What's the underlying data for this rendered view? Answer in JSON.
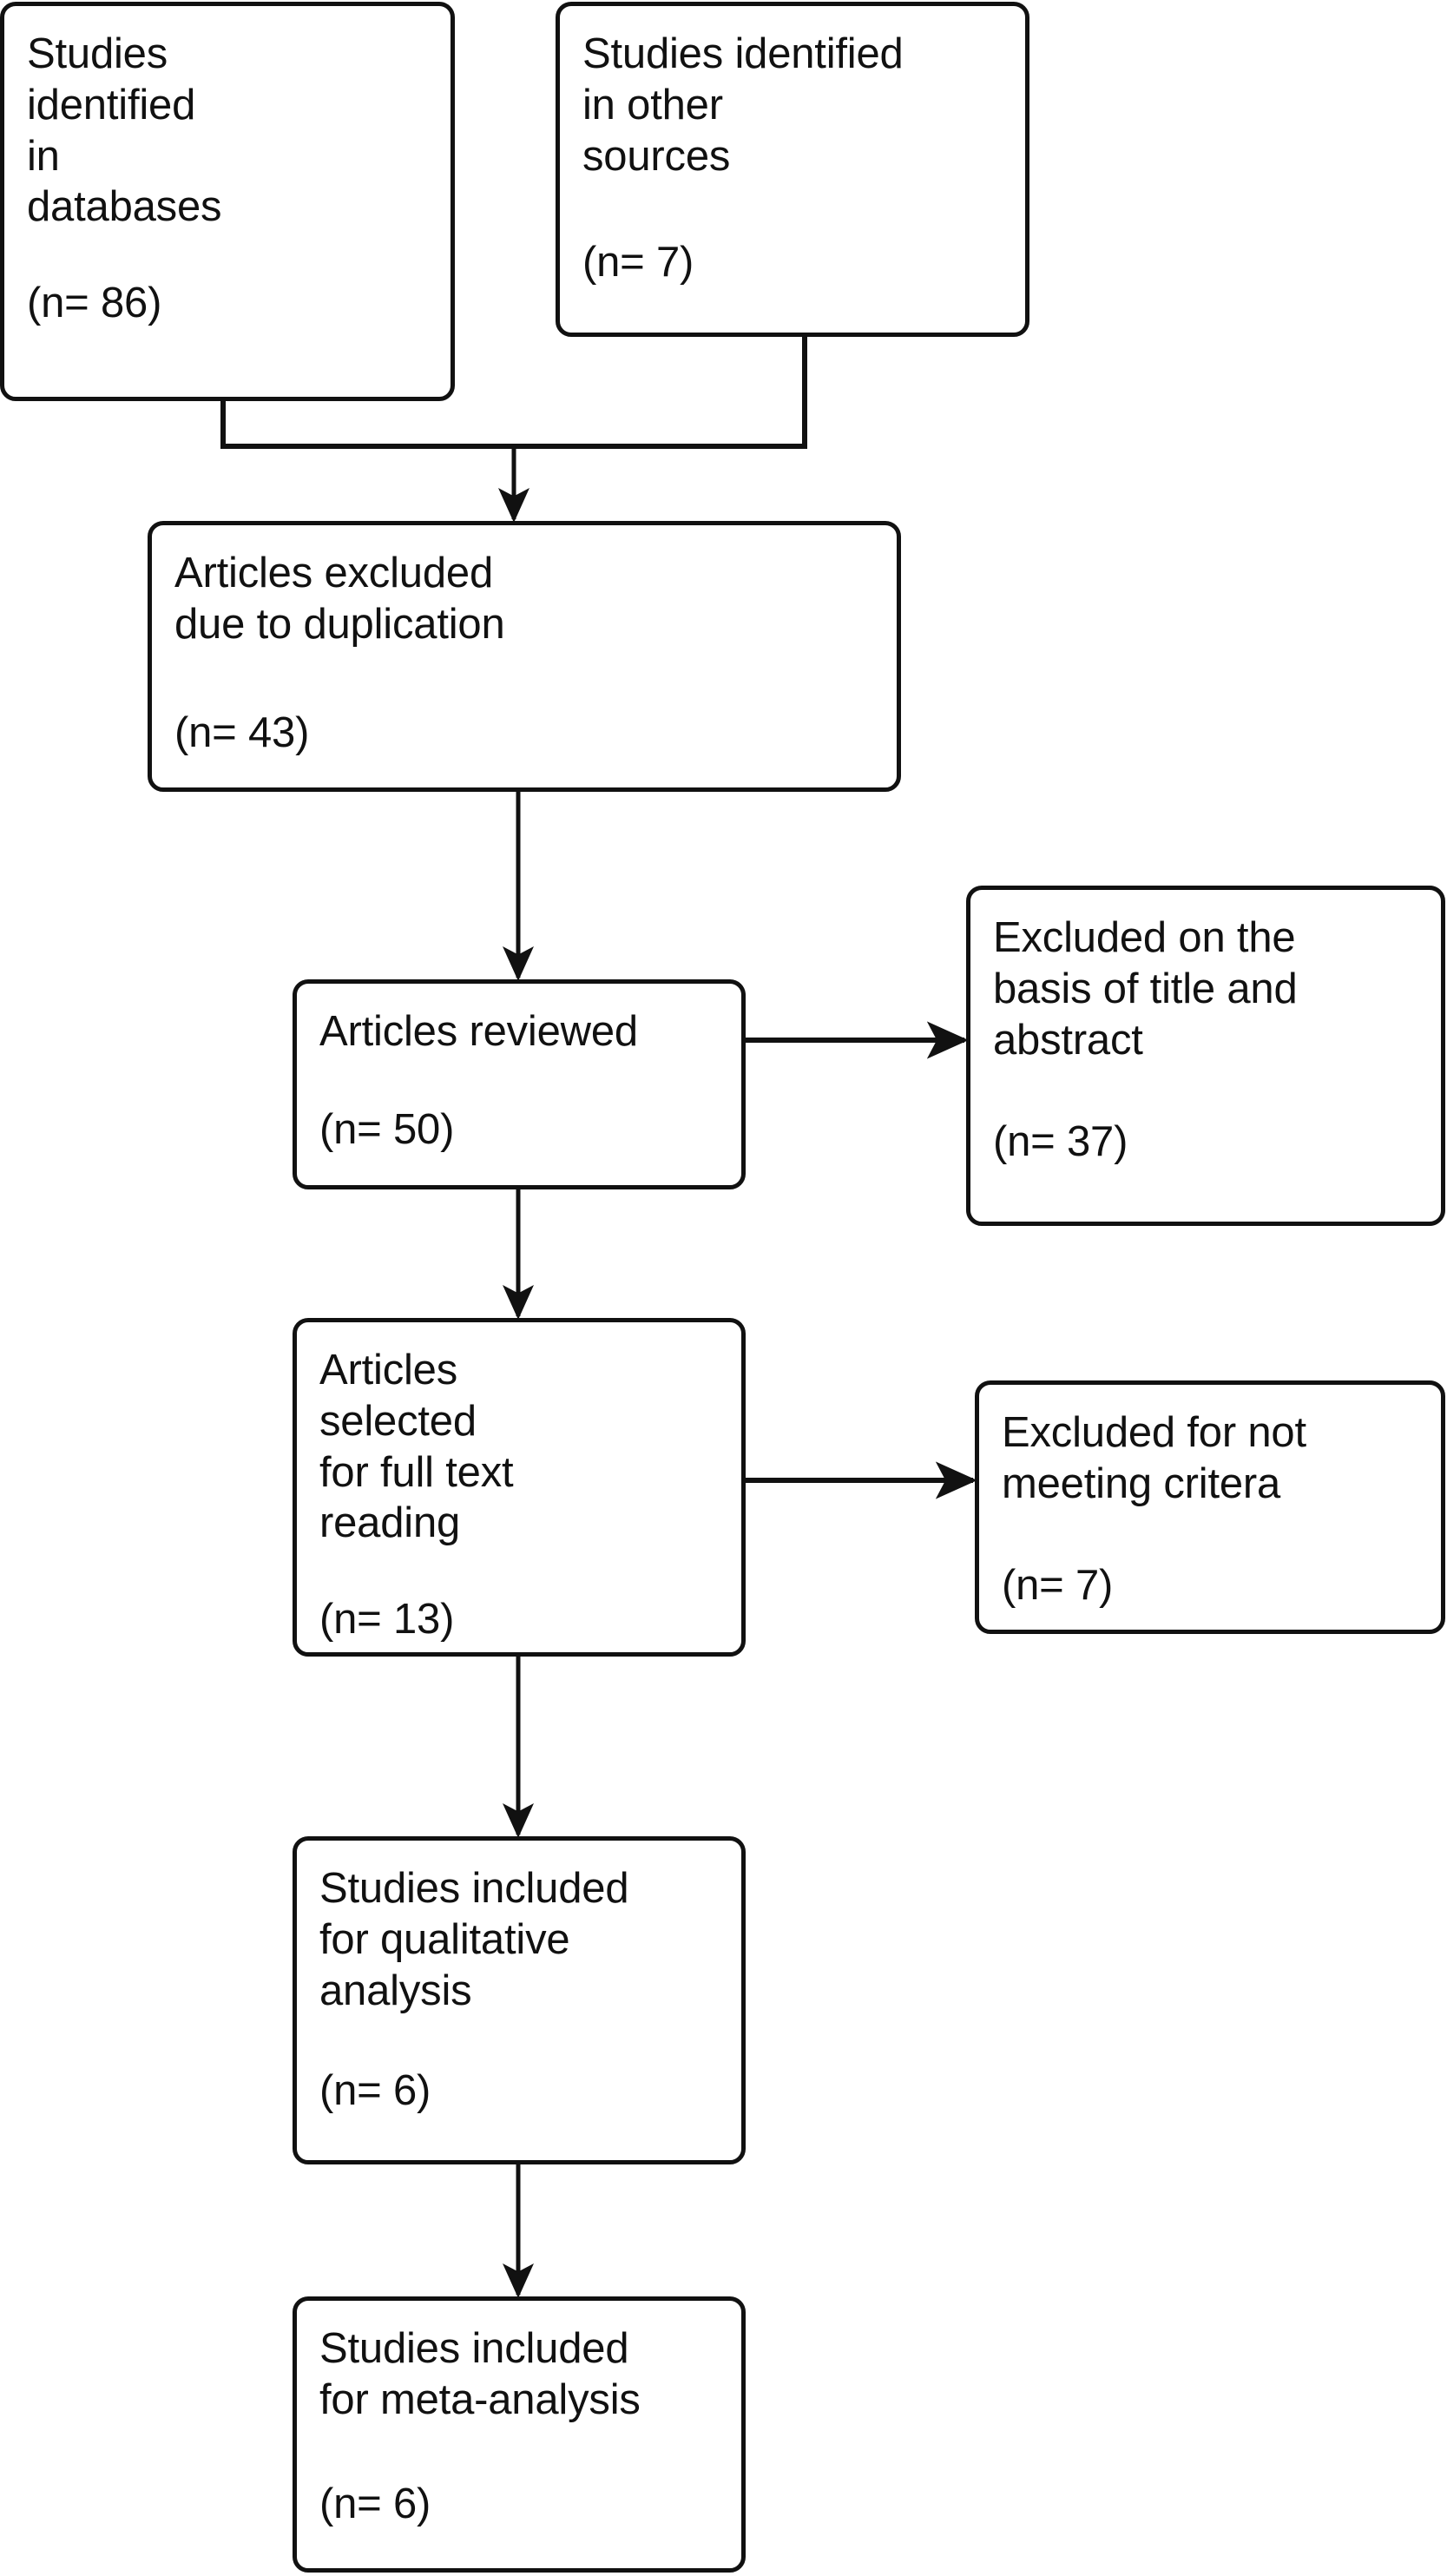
{
  "diagram": {
    "type": "prisma-flow-diagram",
    "background_color": "#ffffff",
    "line_color": "#111111",
    "text_color": "#111111"
  },
  "nodes": {
    "identified_databases": {
      "text": "Studies\nidentified\nin\ndatabases",
      "count": "(n= 86)"
    },
    "identified_other": {
      "text": "Studies identified\nin other\nsources",
      "count": "(n= 7)"
    },
    "excluded_duplication": {
      "text": "Articles excluded\ndue to duplication",
      "count": "(n= 43)"
    },
    "articles_reviewed": {
      "text": "Articles reviewed",
      "count": "(n= 50)"
    },
    "excluded_title_abstract": {
      "text": "Excluded on the\nbasis of title and\nabstract",
      "count": "(n= 37)"
    },
    "articles_fulltext": {
      "text": "Articles\nselected\nfor full text\nreading",
      "count": "(n= 13)"
    },
    "excluded_criteria": {
      "text": "Excluded for not\nmeeting critera",
      "count": "(n= 7)"
    },
    "included_qualitative": {
      "text": "Studies included\nfor qualitative\nanalysis",
      "count": "(n= 6)"
    },
    "included_meta": {
      "text": "Studies included\nfor meta-analysis",
      "count": "(n= 6)"
    }
  },
  "connectors": [
    {
      "name": "databases-to-merge",
      "from": "identified_databases",
      "to": "excluded_duplication",
      "kind": "elbow-merge"
    },
    {
      "name": "other-to-merge",
      "from": "identified_other",
      "to": "excluded_duplication",
      "kind": "elbow-merge"
    },
    {
      "name": "merge-to-duplication",
      "from": "merge-point",
      "to": "excluded_duplication",
      "kind": "arrow-down"
    },
    {
      "name": "duplication-to-reviewed",
      "from": "excluded_duplication",
      "to": "articles_reviewed",
      "kind": "arrow-down"
    },
    {
      "name": "reviewed-to-excluded-title",
      "from": "articles_reviewed",
      "to": "excluded_title_abstract",
      "kind": "arrow-right"
    },
    {
      "name": "reviewed-to-fulltext",
      "from": "articles_reviewed",
      "to": "articles_fulltext",
      "kind": "arrow-down"
    },
    {
      "name": "fulltext-to-excluded-criteria",
      "from": "articles_fulltext",
      "to": "excluded_criteria",
      "kind": "arrow-right"
    },
    {
      "name": "fulltext-to-qualitative",
      "from": "articles_fulltext",
      "to": "included_qualitative",
      "kind": "arrow-down"
    },
    {
      "name": "qualitative-to-meta",
      "from": "included_qualitative",
      "to": "included_meta",
      "kind": "arrow-down"
    }
  ]
}
